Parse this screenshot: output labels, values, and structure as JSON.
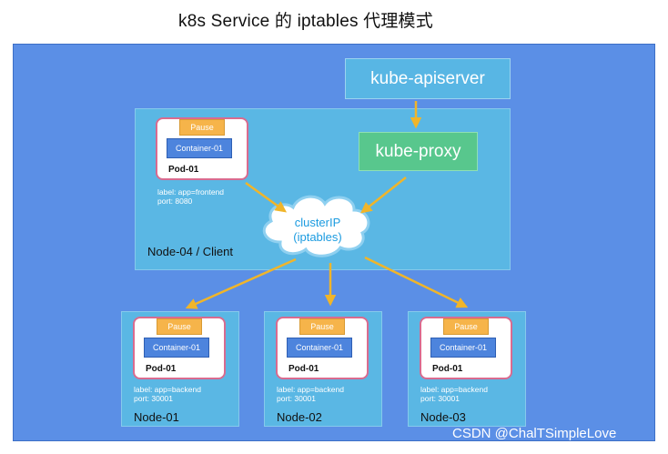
{
  "title": "k8s Service 的 iptables 代理模式",
  "apiserver": "kube-apiserver",
  "proxy": "kube-proxy",
  "client_node": {
    "label": "Node-04  / Client",
    "pod": {
      "pause": "Pause",
      "container": "Container-01",
      "name": "Pod-01",
      "label_line": "label: app=frontend",
      "port_line": "port: 8080"
    }
  },
  "cluster_ip": {
    "line1": "clusterIP",
    "line2": "(iptables)"
  },
  "nodes": [
    {
      "label": "Node-01",
      "pod": {
        "pause": "Pause",
        "container": "Container-01",
        "name": "Pod-01",
        "label_line": "label: app=backend",
        "port_line": "port: 30001"
      }
    },
    {
      "label": "Node-02",
      "pod": {
        "pause": "Pause",
        "container": "Container-01",
        "name": "Pod-01",
        "label_line": "label: app=backend",
        "port_line": "port: 30001"
      }
    },
    {
      "label": "Node-03",
      "pod": {
        "pause": "Pause",
        "container": "Container-01",
        "name": "Pod-01",
        "label_line": "label: app=backend",
        "port_line": "port: 30001"
      }
    }
  ],
  "watermark": "CSDN @ChalTSimpleLove",
  "colors": {
    "arrow": "#f0b52a",
    "canvas": "#5b8fe6",
    "node": "#5ab7e4",
    "proxy": "#58c78d",
    "pod_border": "#d96b8f",
    "pause": "#f6b44a"
  }
}
